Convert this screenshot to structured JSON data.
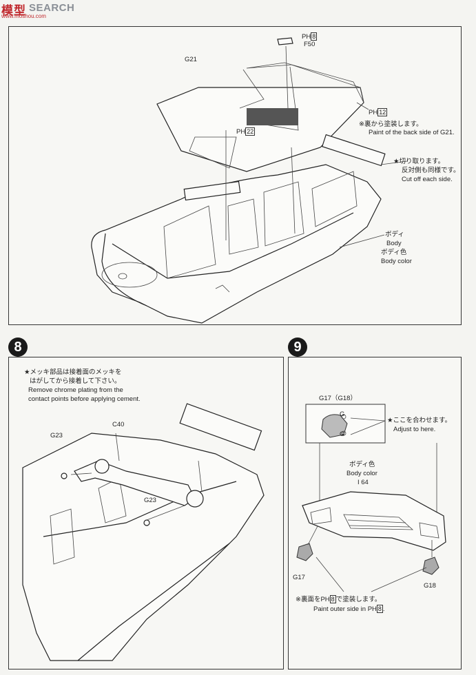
{
  "watermark": {
    "logo": "模型",
    "brand": "SEARCH",
    "url": "www.moshou.com"
  },
  "top": {
    "tag_ph8_prefix": "PH",
    "tag_ph8_num": "8",
    "f50": "F50",
    "g21": "G21",
    "tag_ph12_prefix": "PH",
    "tag_ph12_num": "12",
    "tag_ph22_prefix": "PH",
    "tag_ph22_num": "22",
    "note_back_jp": "※裏から塗装します。",
    "note_back_en": "Paint of the back side of G21.",
    "cut_jp1": "★切り取ります。",
    "cut_jp2": "反対側も同様です。",
    "cut_en": "Cut off each side.",
    "body_jp": "ボディ",
    "body_en": "Body",
    "body_color_jp": "ボディ色",
    "body_color_en": "Body color"
  },
  "step8": {
    "number": "8",
    "note_jp1": "★メッキ部品は接着面のメッキを",
    "note_jp2": "はがしてから接着して下さい。",
    "note_en1": "Remove chrome plating from the",
    "note_en2": "contact points before applying cement.",
    "c40": "C40",
    "g23_a": "G23",
    "g23_b": "G23"
  },
  "step9": {
    "number": "9",
    "inset_label": "G17（G18）",
    "g_a": "G",
    "g_b": "G",
    "adjust_jp": "★ここを合わせます。",
    "adjust_en": "Adjust to here.",
    "body_color_jp": "ボディ色",
    "body_color_en": "Body color",
    "i64": "I 64",
    "g17": "G17",
    "g18": "G18",
    "paint_jp_a": "※裏面を",
    "paint_jp_b": "で塗装します。",
    "paint_en_a": "Paint outer side in",
    "tag_prefix": "PH",
    "tag_num": "8"
  }
}
